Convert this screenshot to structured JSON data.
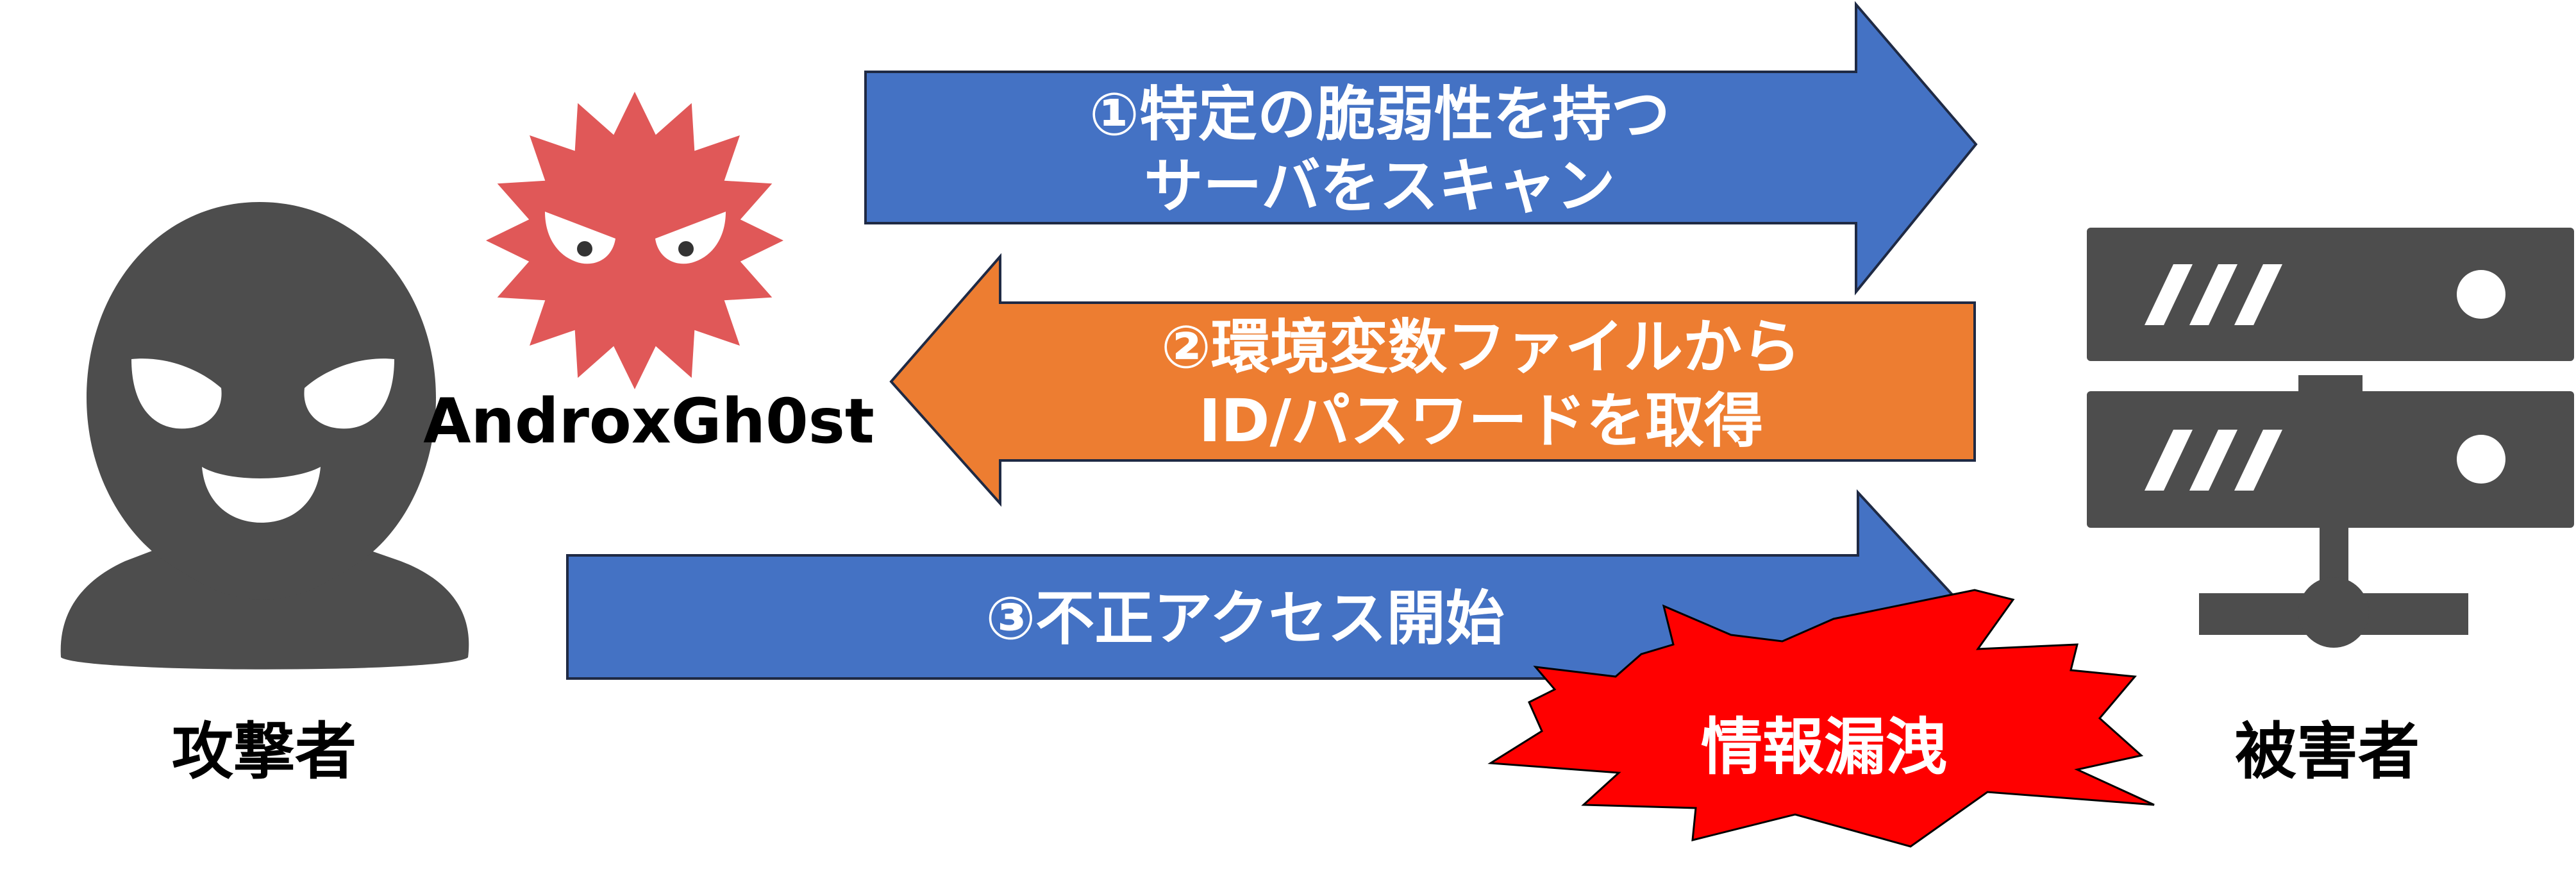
{
  "colors": {
    "scan_arrow": "#4472C4",
    "retrieve_arrow": "#ED7D31",
    "access_arrow": "#4472C4",
    "arrow_outline": "#1F2A44",
    "figure": "#4D4D4D",
    "virus": "#E05858",
    "leak_burst": "#FF0000"
  },
  "attacker": {
    "label": "攻撃者",
    "icon": "masked-attacker-icon"
  },
  "malware": {
    "name": "AndroxGh0st",
    "icon": "virus-icon"
  },
  "victim": {
    "label": "被害者",
    "icon": "server-icon"
  },
  "steps": [
    {
      "line1": "①特定の脆弱性を持つ",
      "line2": "サーバをスキャン",
      "direction": "right"
    },
    {
      "line1": "②環境変数ファイルから",
      "line2": "ID/パスワードを取得",
      "direction": "left"
    },
    {
      "line1": "③不正アクセス開始",
      "direction": "right"
    }
  ],
  "leak": {
    "label": "情報漏洩"
  }
}
